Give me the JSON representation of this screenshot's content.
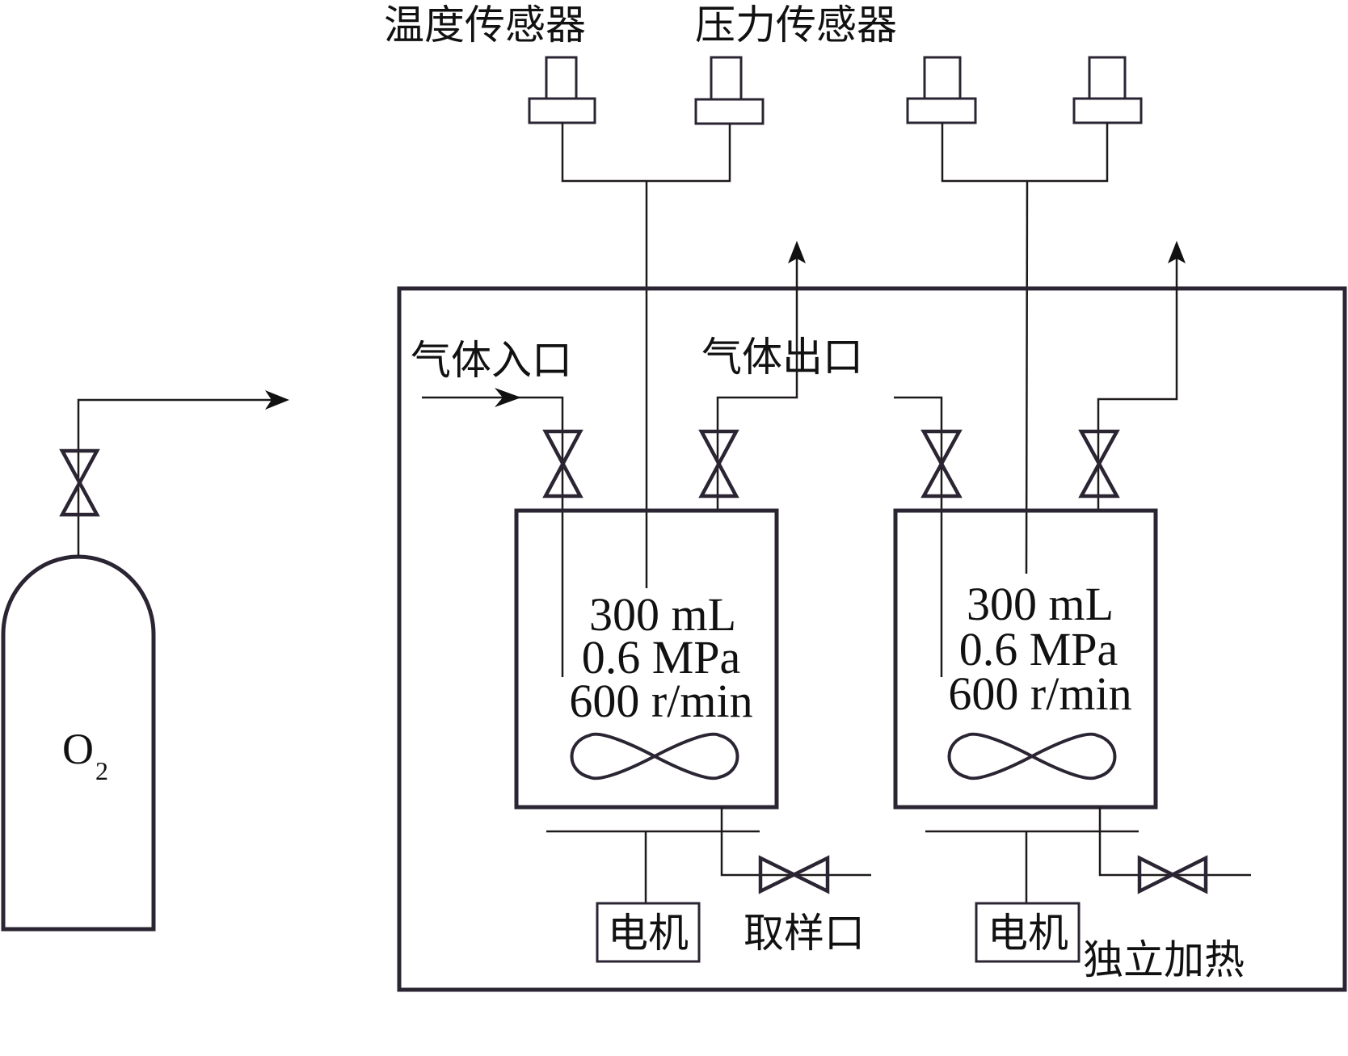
{
  "labels": {
    "temperature_sensor": "温度传感器",
    "pressure_sensor": "压力传感器",
    "gas_inlet": "气体入口",
    "gas_outlet": "气体出口",
    "motor": "电机",
    "sampling_port": "取样口",
    "independent_heating": "独立加热",
    "oxygen_cylinder_main": "O",
    "oxygen_cylinder_sub": "2"
  },
  "reactors": [
    {
      "volume": "300 mL",
      "pressure": "0.6 MPa",
      "speed": "600 r/min",
      "motor_label": "电机"
    },
    {
      "volume": "300 mL",
      "pressure": "0.6 MPa",
      "speed": "600 r/min",
      "motor_label": "电机"
    }
  ],
  "colors": {
    "line": "#2b2533",
    "text": "#111111",
    "background": "#ffffff"
  }
}
